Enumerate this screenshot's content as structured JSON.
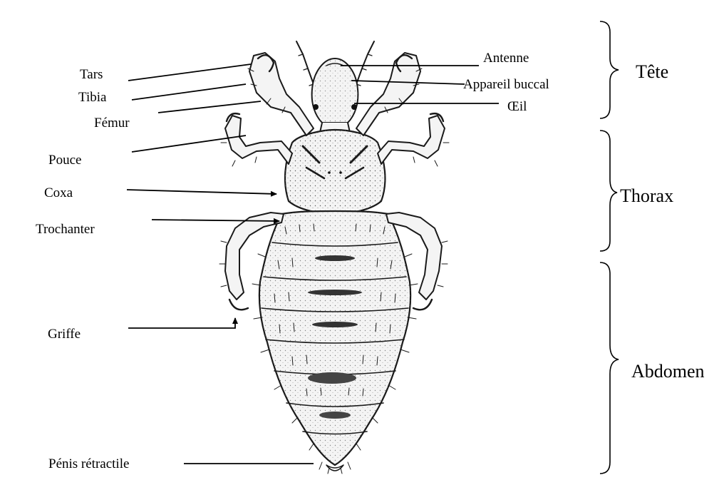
{
  "diagram": {
    "left_labels": {
      "tars": "Tars",
      "tibia": "Tibia",
      "femur": "Fémur",
      "pouce": "Pouce",
      "coxa": "Coxa",
      "trochanter": "Trochanter",
      "griffe": "Griffe",
      "penis": "Pénis rétractile"
    },
    "right_labels": {
      "antenne": "Antenne",
      "appareil_buccal": "Appareil buccal",
      "oeil": "Œil"
    },
    "regions": {
      "tete": "Tête",
      "thorax": "Thorax",
      "abdomen": "Abdomen"
    }
  },
  "colors": {
    "ink": "#1a1a1a",
    "background": "#ffffff"
  }
}
